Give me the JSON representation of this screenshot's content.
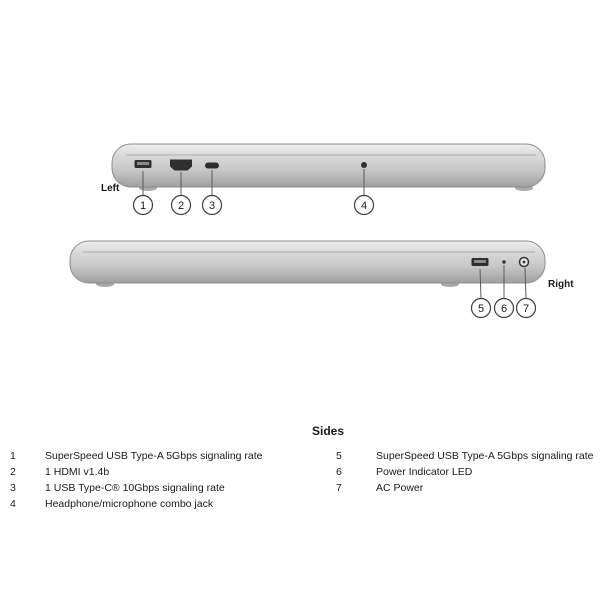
{
  "page": {
    "background": "#ffffff",
    "text_color": "#1a1a1a",
    "laptop_body_color": "#c7c7c7",
    "port_color": "#2f2f2f"
  },
  "figure": {
    "left_label": "Left",
    "right_label": "Right",
    "callouts": [
      "1",
      "2",
      "3",
      "4",
      "5",
      "6",
      "7"
    ]
  },
  "legend": {
    "title": "Sides",
    "left": [
      {
        "num": "1",
        "desc": "SuperSpeed USB Type-A 5Gbps signaling rate"
      },
      {
        "num": "2",
        "desc": "1 HDMI v1.4b"
      },
      {
        "num": "3",
        "desc": "1 USB Type-C® 10Gbps signaling rate"
      },
      {
        "num": "4",
        "desc": "Headphone/microphone combo jack"
      }
    ],
    "right": [
      {
        "num": "5",
        "desc": "SuperSpeed USB Type-A 5Gbps signaling rate"
      },
      {
        "num": "6",
        "desc": "Power Indicator LED"
      },
      {
        "num": "7",
        "desc": "AC Power"
      }
    ]
  }
}
